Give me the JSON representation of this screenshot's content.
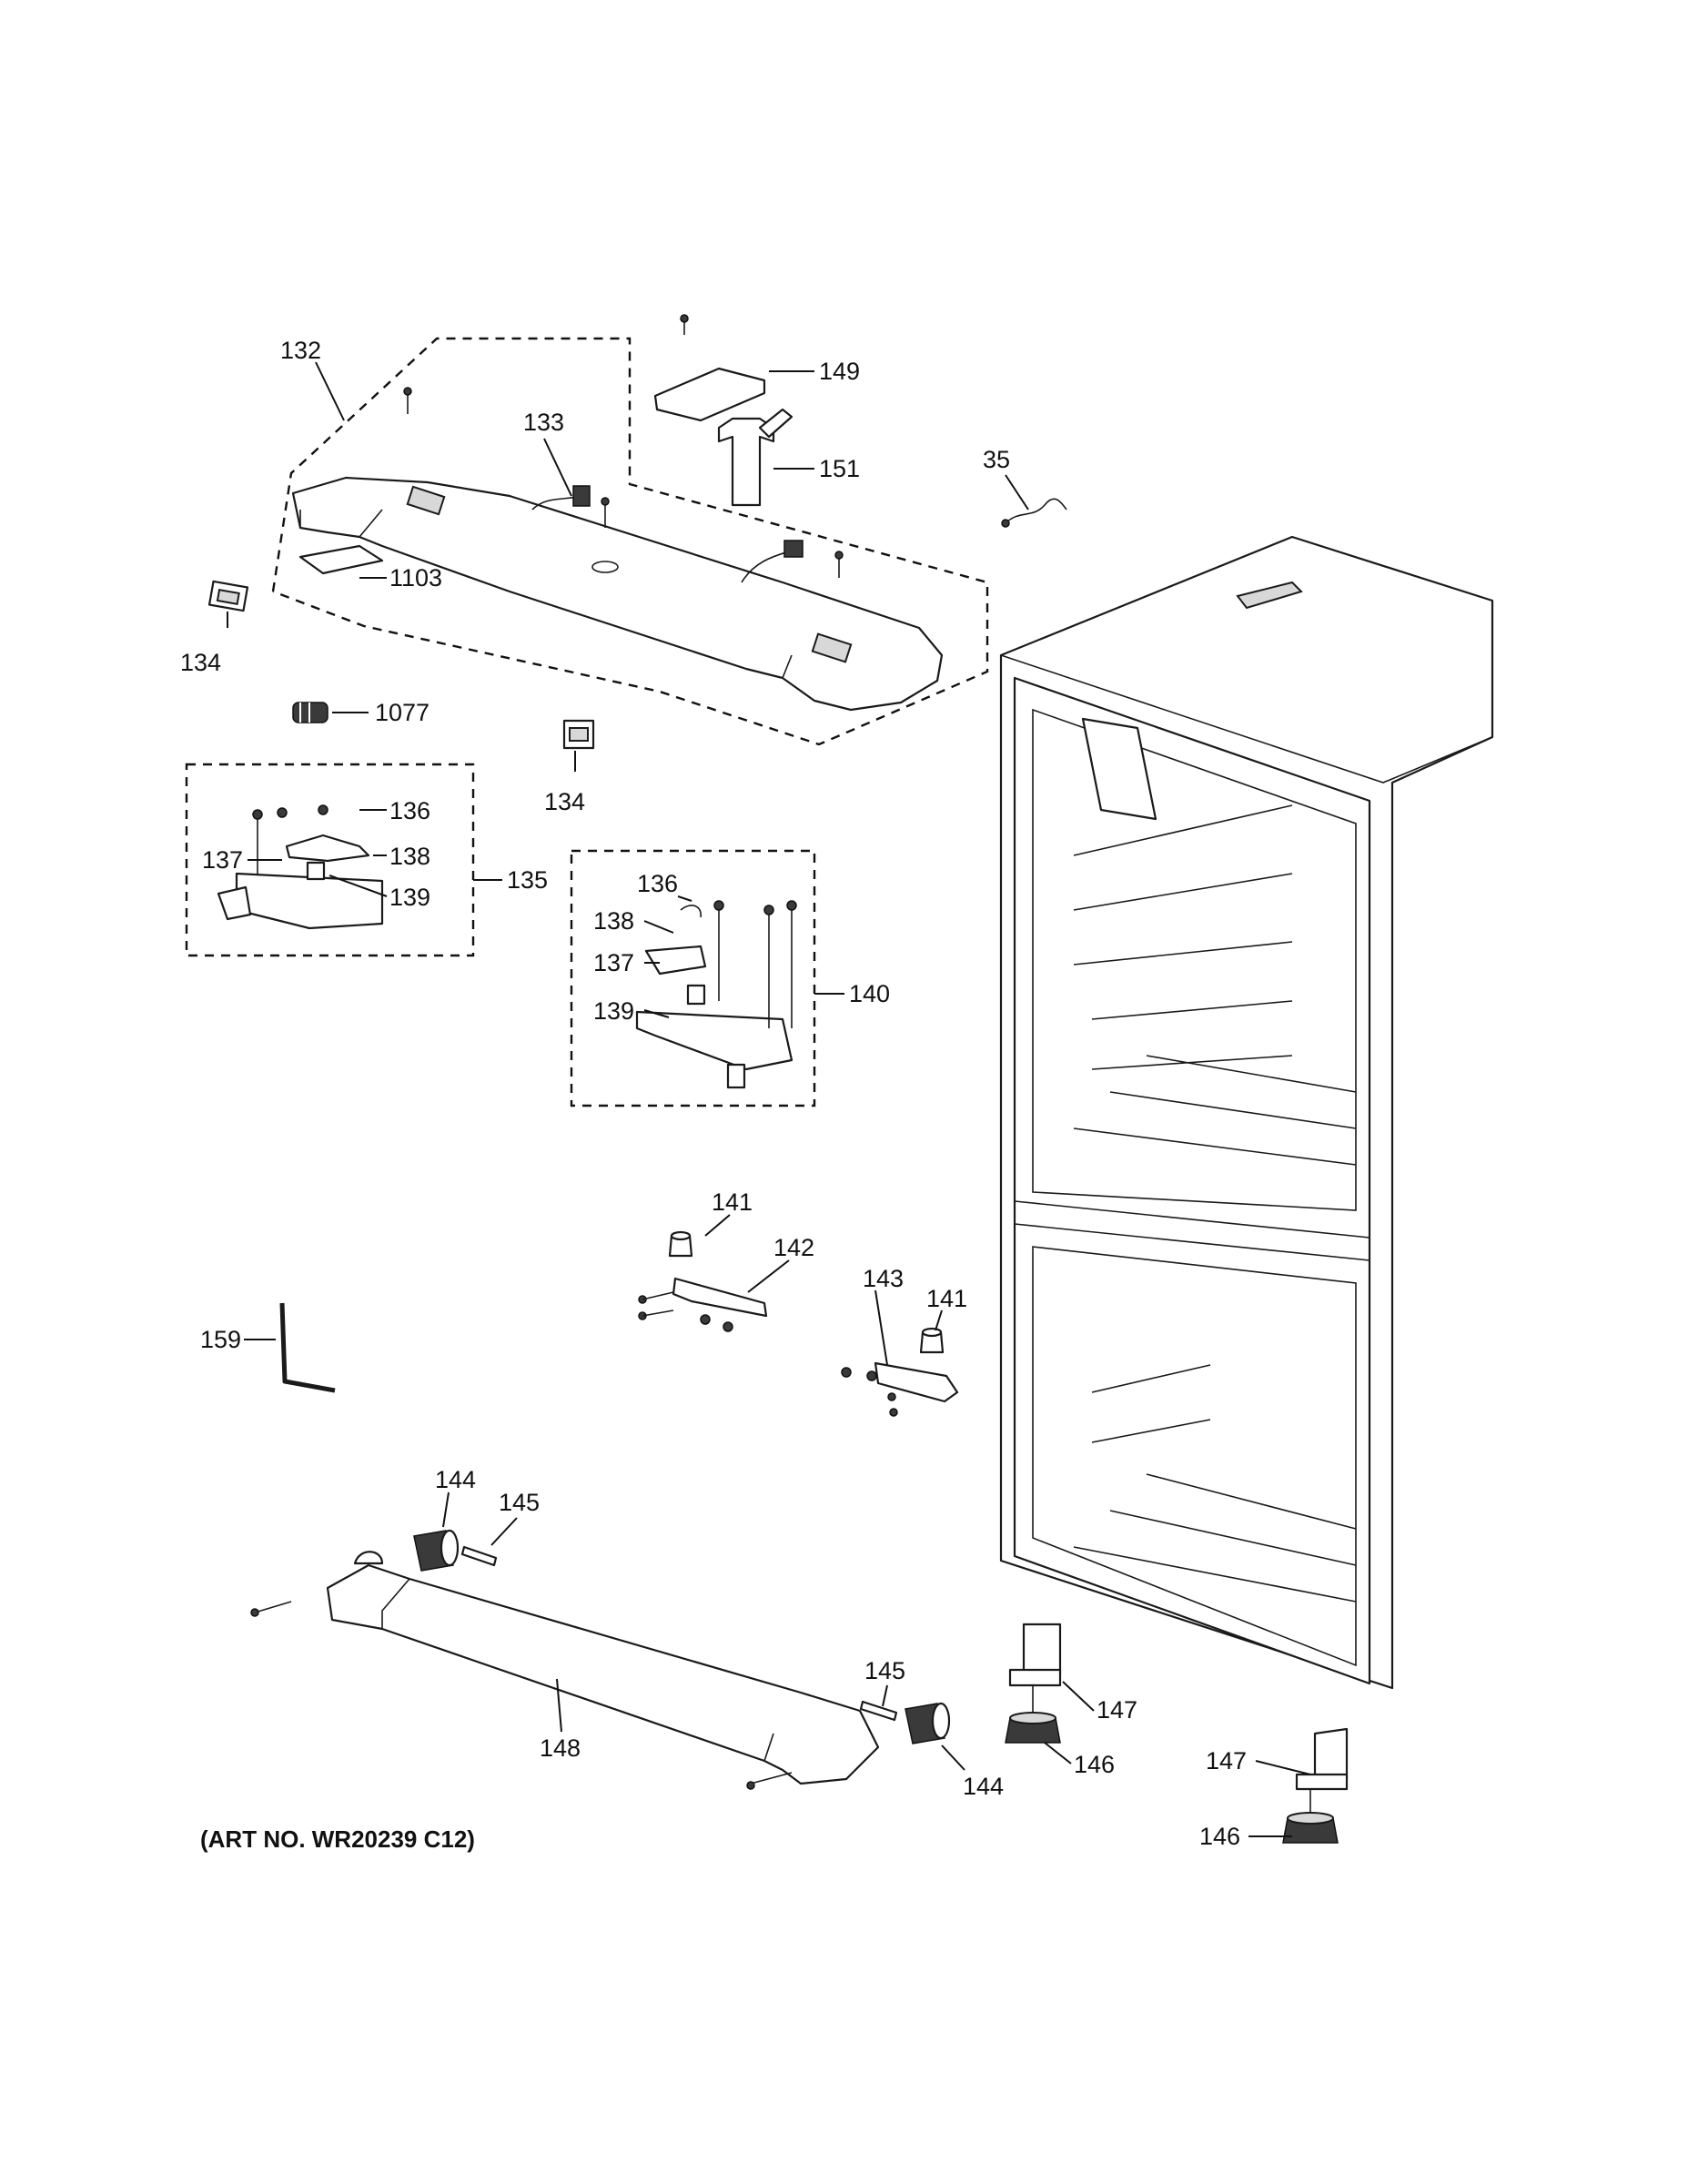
{
  "diagram": {
    "art_number": "(ART NO. WR20239 C12)",
    "colors": {
      "line": "#1a1a1a",
      "background": "#ffffff",
      "shade": "#d8d8d8"
    },
    "callouts": {
      "c132": "132",
      "c133": "133",
      "c149": "149",
      "c151": "151",
      "c35": "35",
      "c1103": "1103",
      "c134a": "134",
      "c134b": "134",
      "c1077": "1077",
      "c136a": "136",
      "c137a": "137",
      "c138a": "138",
      "c139a": "139",
      "c135": "135",
      "c136b": "136",
      "c138b": "138",
      "c137b": "137",
      "c139b": "139",
      "c140": "140",
      "c141a": "141",
      "c142": "142",
      "c143": "143",
      "c141b": "141",
      "c159": "159",
      "c144a": "144",
      "c145a": "145",
      "c148": "148",
      "c145b": "145",
      "c144b": "144",
      "c147a": "147",
      "c146a": "146",
      "c147b": "147",
      "c146b": "146"
    }
  }
}
